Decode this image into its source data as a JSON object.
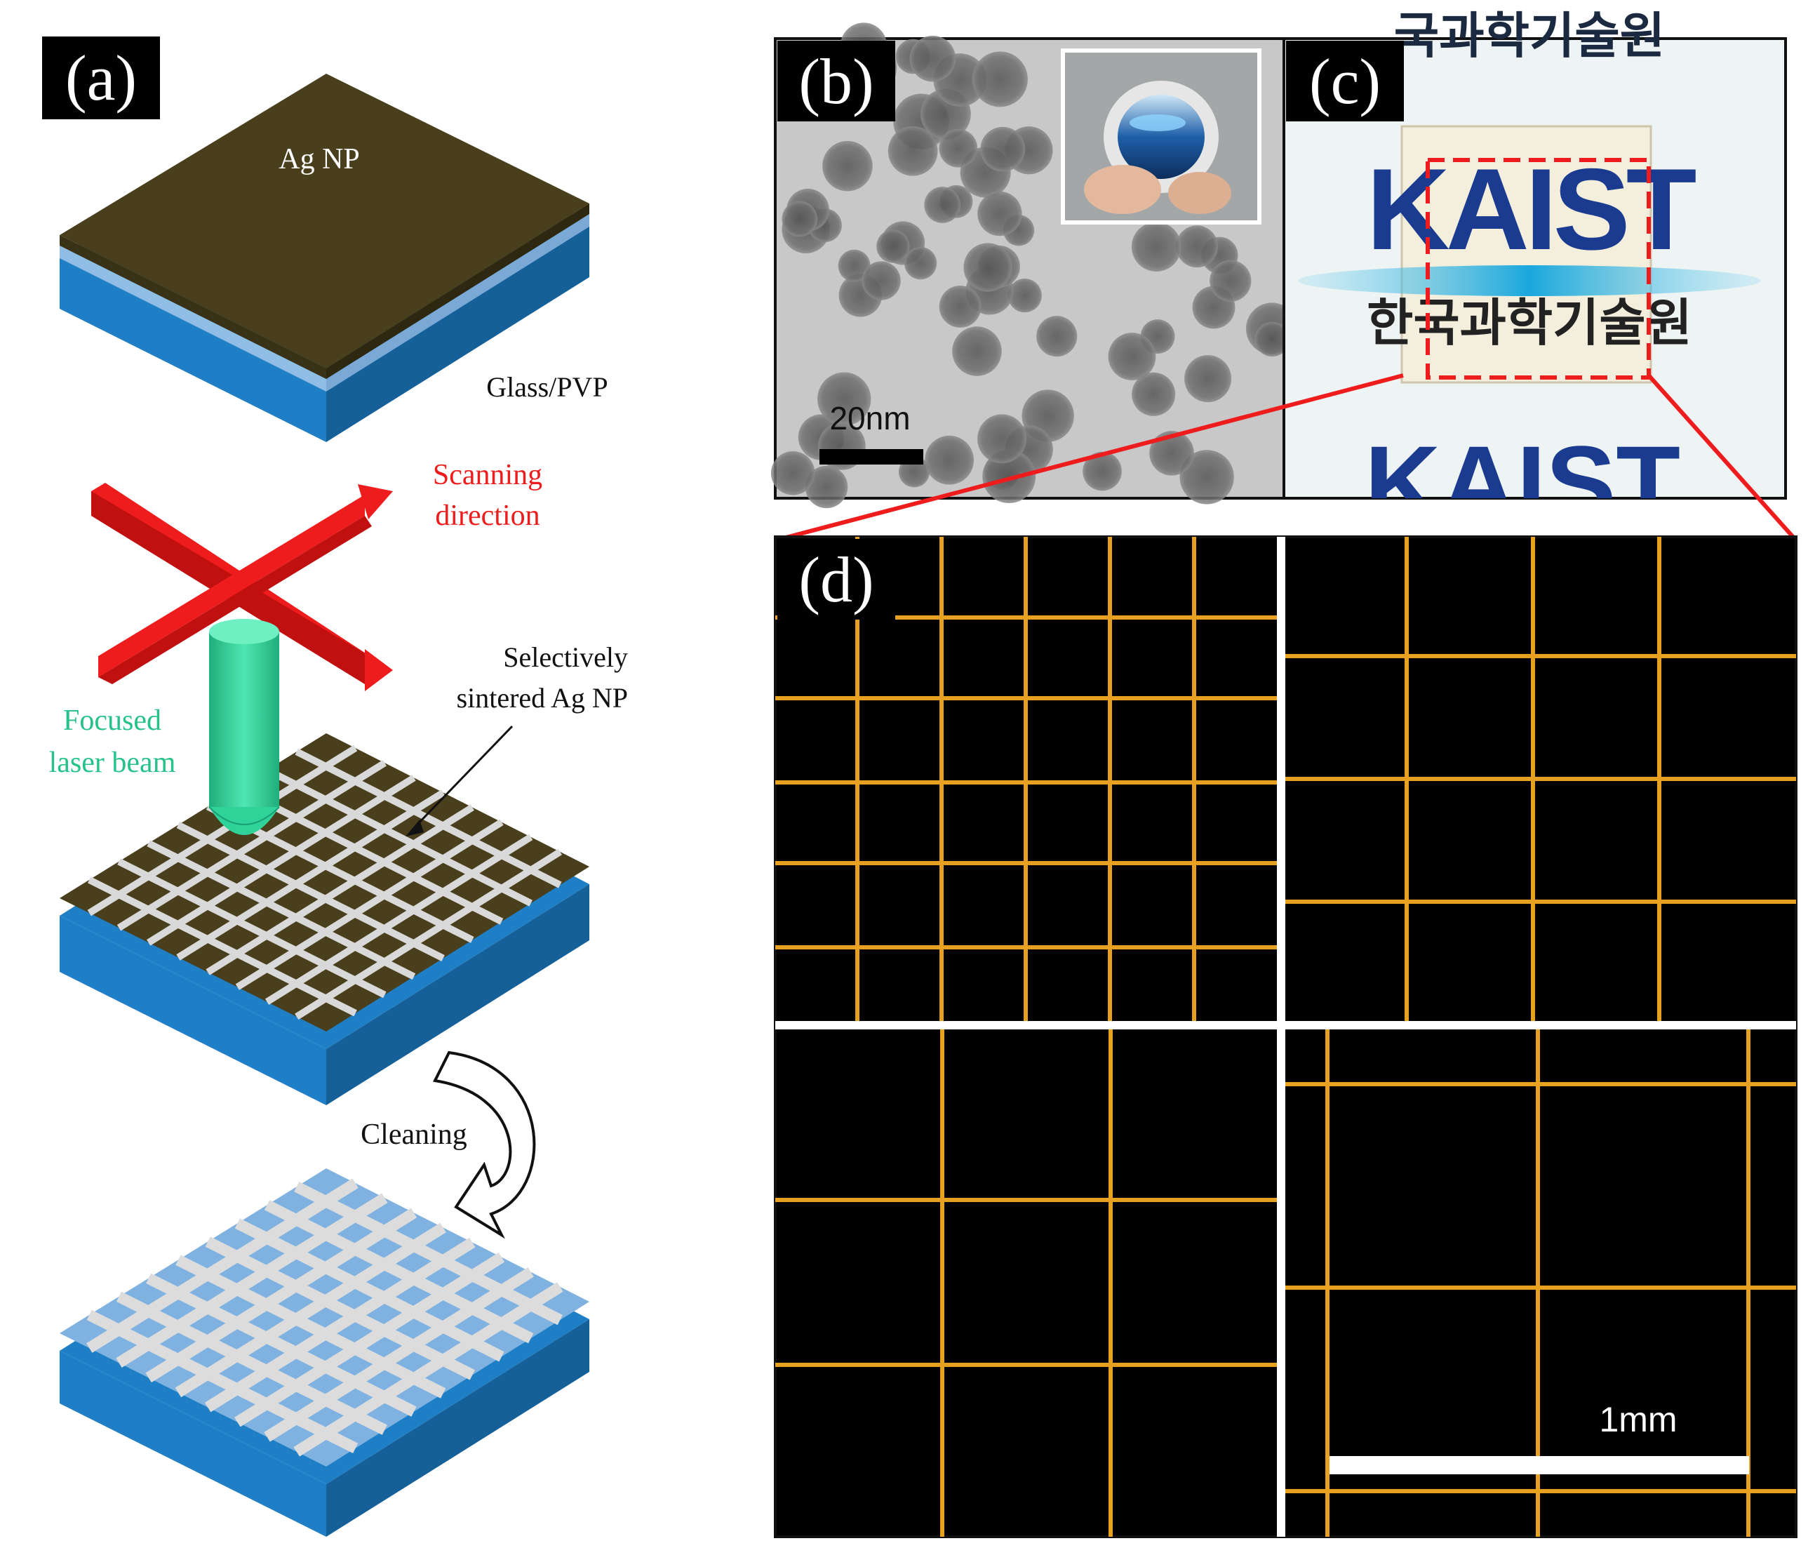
{
  "panels": {
    "a": {
      "tag": "(a)",
      "top_film_label": "Ag NP",
      "substrate_label": "Glass/PVP",
      "scan_label_line1": "Scanning",
      "scan_label_line2": "direction",
      "laser_label_line1": "Focused",
      "laser_label_line2": "laser  beam",
      "sintered_label_line1": "Selectively",
      "sintered_label_line2": "sintered Ag NP",
      "cleaning_label": "Cleaning"
    },
    "b": {
      "tag": "(b)",
      "scale_label": "20nm"
    },
    "c": {
      "tag": "(c)",
      "logo_text": "KAIST",
      "korean_text": "한국과학기술원",
      "korean_top_text": "국과학기술원"
    },
    "d": {
      "tag": "(d)",
      "scale_label": "1mm"
    }
  },
  "colors": {
    "ag_film": "#4a3f1c",
    "glass_top": "#7fb2e0",
    "substrate": "#1f7fc6",
    "substrate_dark": "#16609a",
    "scan_arrow": "#ee1c1c",
    "laser_beam": "#2fd39a",
    "laser_label": "#27c28a",
    "grid_line": "#d9d9d9",
    "mesh_line": "#e8a020",
    "kaist_blue": "#1a3b8f",
    "zoom_box": "#ee1c1c"
  }
}
